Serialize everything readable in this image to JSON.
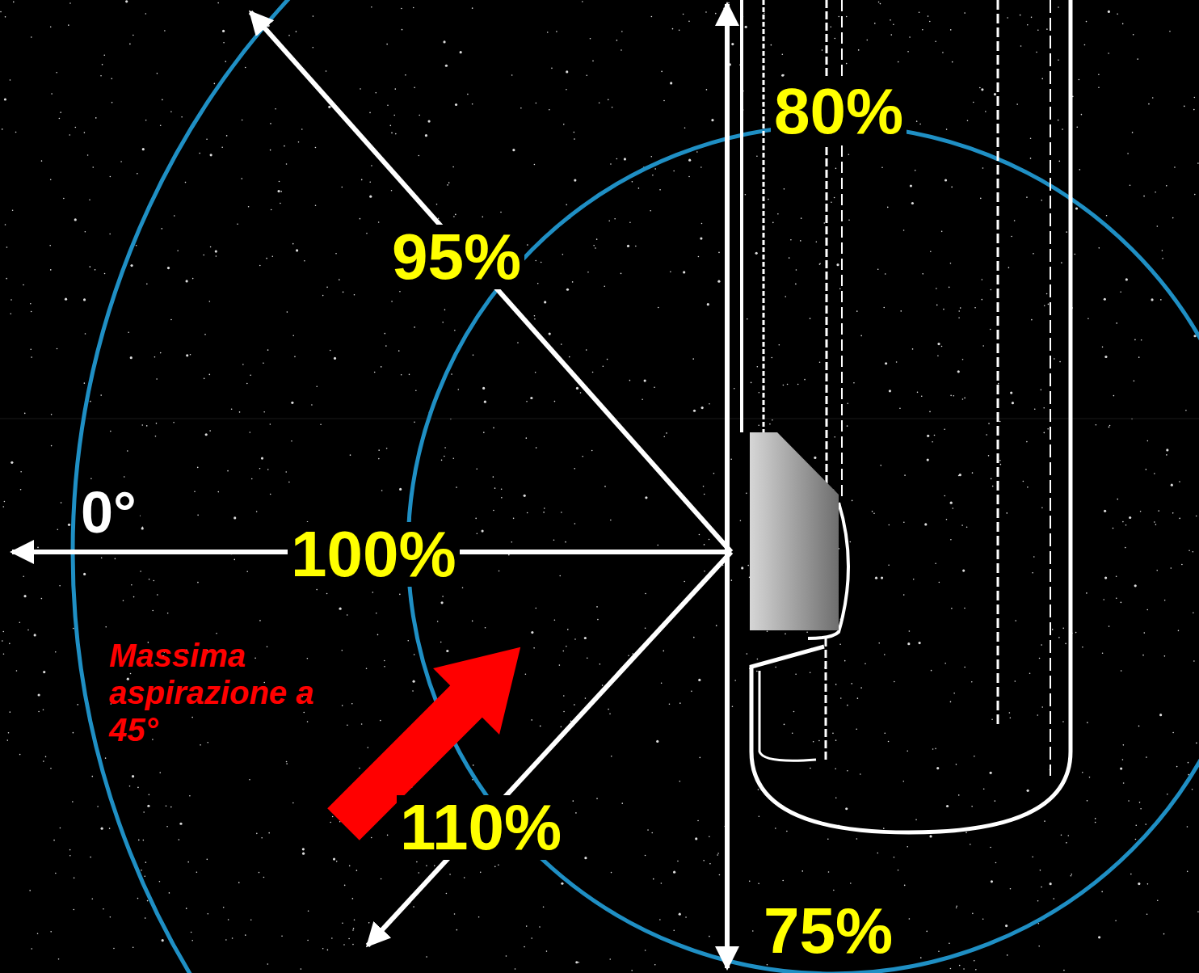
{
  "diagram": {
    "labels": [
      "80%",
      "95%",
      "0°",
      "100%",
      "Massima aspirazione a 45°",
      "110%",
      "75%"
    ]
  }
}
